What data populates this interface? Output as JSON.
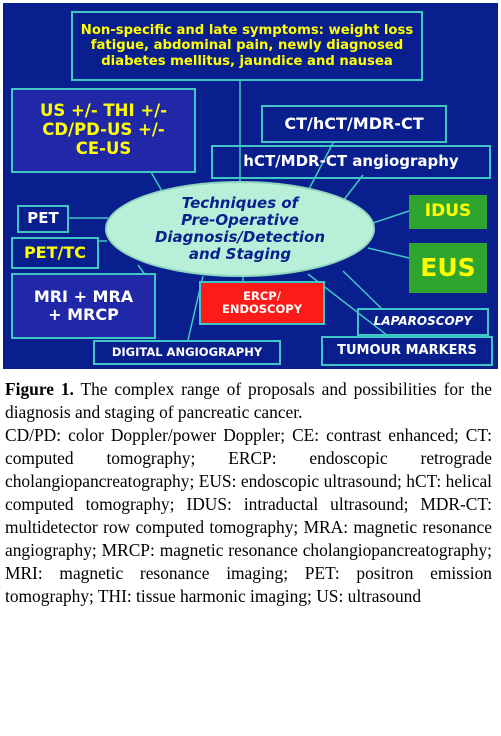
{
  "diagram": {
    "center": "Techniques of\nPre-Operative\nDiagnosis/Detection\nand Staging",
    "symptoms": "Non-specific and late symptoms: weight loss\nfatigue, abdominal pain, newly diagnosed\ndiabetes mellitus, jaundice and nausea",
    "us": "US +/- THI +/-\nCD/PD-US +/-\nCE-US",
    "ct": "CT/hCT/MDR-CT",
    "ct_angio": "hCT/MDR-CT angiography",
    "pet": "PET",
    "pet_tc": "PET/TC",
    "idus": "IDUS",
    "eus": "EUS",
    "mri": "MRI + MRA\n+ MRCP",
    "ercp": "ERCP/\nENDOSCOPY",
    "laparoscopy": "LAPAROSCOPY",
    "digital_angio": "DIGITAL ANGIOGRAPHY",
    "tumour_markers": "TUMOUR MARKERS",
    "colors": {
      "background": "#0a1f8e",
      "border": "#3fc7c4",
      "ellipse": "#b8efd8",
      "yellow_text": "#ffff00",
      "ercp_fill": "#ff1a1a",
      "green_fill": "#2fa52f"
    }
  },
  "caption": {
    "label": "Figure 1.",
    "text": "The complex range of proposals and possibilities for the diagnosis and staging of pancreatic cancer.",
    "abbreviations": "CD/PD: color Doppler/power Doppler; CE: contrast enhanced; CT: computed tomography; ERCP: endoscopic retrograde cholangiopancreatography; EUS: endoscopic ultrasound; hCT: helical computed tomography; IDUS: intraductal ultrasound; MDR-CT: multidetector row computed tomography; MRA: magnetic resonance angiography; MRCP: magnetic resonance cholangiopancreatography; MRI: magnetic resonance imaging; PET: positron emission tomography; THI: tissue harmonic imaging; US: ultrasound"
  }
}
